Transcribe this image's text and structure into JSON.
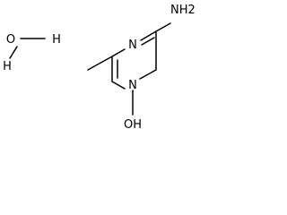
{
  "water": {
    "h_left": "H",
    "o": "O",
    "h_right": "H"
  },
  "pyrimidine": {
    "n_top": "N",
    "n_bottom": "N",
    "amino": "NH2",
    "hydroxyl": "OH"
  }
}
